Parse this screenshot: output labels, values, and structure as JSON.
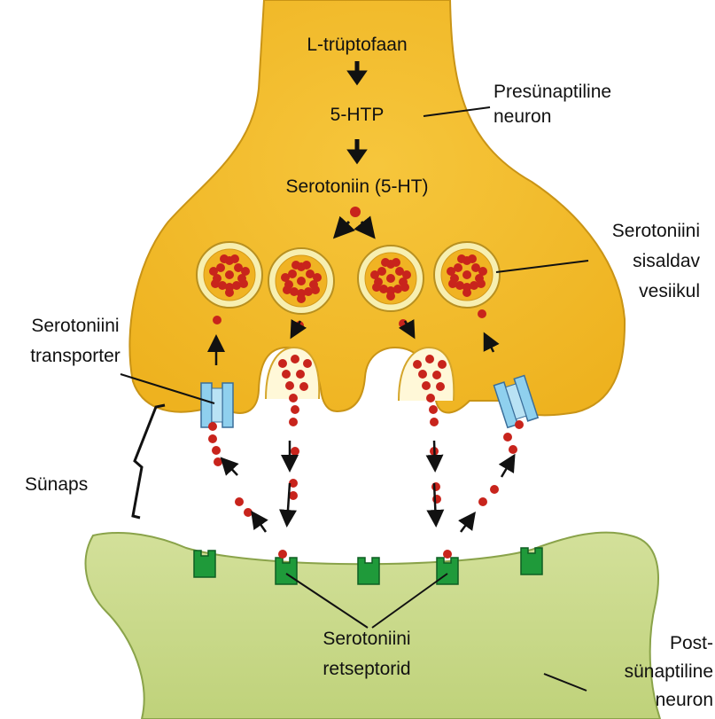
{
  "pathway": {
    "step1": "L-trüptofaan",
    "step2": "5-HTP",
    "step3": "Serotoniin (5-HT)"
  },
  "labels": {
    "presynaptic_line1": "Presünaptiline",
    "presynaptic_line2": "neuron",
    "vesicle_line1": "Serotoniini",
    "vesicle_line2": "sisaldav",
    "vesicle_line3": "vesiikul",
    "transporter_line1": "Serotoniini",
    "transporter_line2": "transporter",
    "synapse": "Sünaps",
    "receptors_line1": "Serotoniini",
    "receptors_line2": "retseptorid",
    "postsynaptic_line1": "Post-",
    "postsynaptic_line2": "sünaptiline",
    "postsynaptic_line3": "neuron"
  },
  "colors": {
    "presynaptic_fill": "#f3bd2c",
    "postsynaptic_fill": "#c8d98a",
    "serotonin": "#c8241c",
    "transporter": "#8fd0ee",
    "receptor": "#1f9a3a",
    "vesicle_rim": "#f7efb0"
  }
}
